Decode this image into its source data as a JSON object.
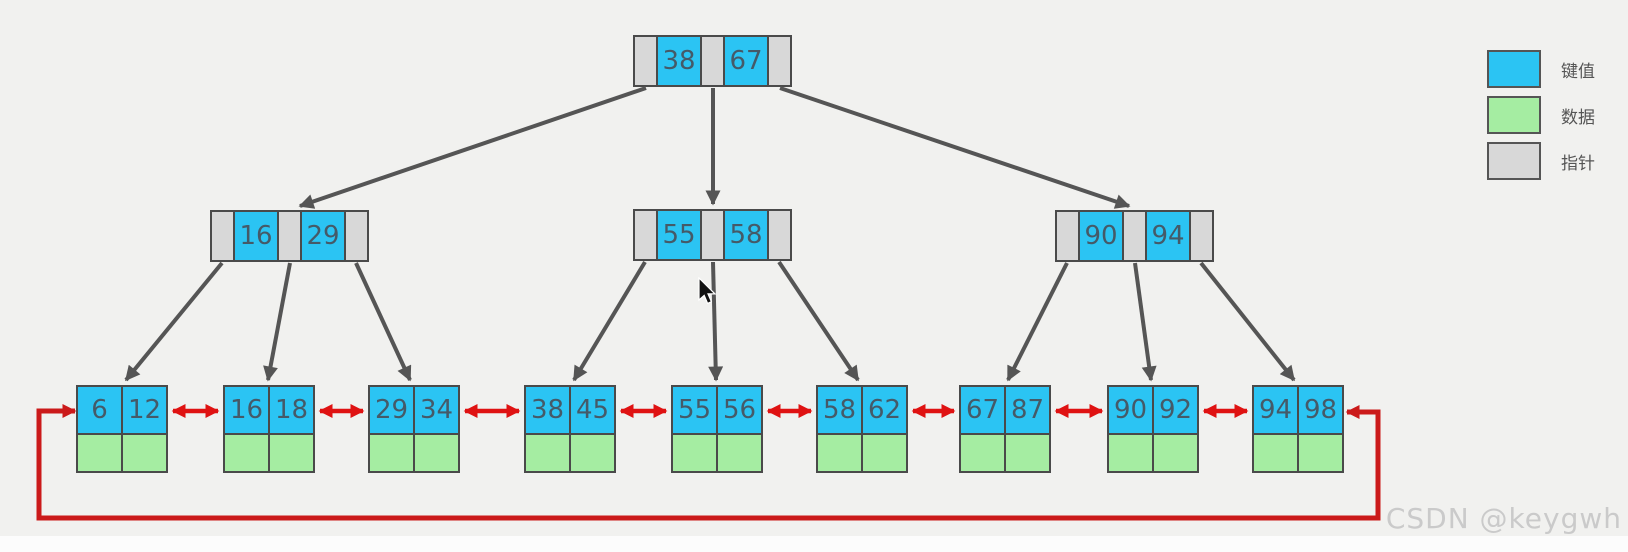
{
  "diagram_type": "b-plus-tree",
  "colors": {
    "key_cell": "#2bc4f3",
    "data_cell": "#a5eda2",
    "pointer_cell": "#d8d8d8",
    "cell_border": "#4a4a4a",
    "tree_arrow": "#555555",
    "leaf_link_arrow": "#df1212",
    "wraparound_line": "#cb1a1a",
    "number_text": "#455a68",
    "background": "#f1f1ef",
    "watermark_text": "#cacaca"
  },
  "tree": {
    "root": {
      "keys": [
        "38",
        "67"
      ]
    },
    "internal": [
      {
        "keys": [
          "16",
          "29"
        ]
      },
      {
        "keys": [
          "55",
          "58"
        ]
      },
      {
        "keys": [
          "90",
          "94"
        ]
      }
    ],
    "leaves": [
      {
        "keys": [
          "6",
          "12"
        ]
      },
      {
        "keys": [
          "16",
          "18"
        ]
      },
      {
        "keys": [
          "29",
          "34"
        ]
      },
      {
        "keys": [
          "38",
          "45"
        ]
      },
      {
        "keys": [
          "55",
          "56"
        ]
      },
      {
        "keys": [
          "58",
          "62"
        ]
      },
      {
        "keys": [
          "67",
          "87"
        ]
      },
      {
        "keys": [
          "90",
          "92"
        ]
      },
      {
        "keys": [
          "94",
          "98"
        ]
      }
    ]
  },
  "legend": {
    "items": [
      {
        "label": "键值",
        "swatch": "key"
      },
      {
        "label": "数据",
        "swatch": "data"
      },
      {
        "label": "指针",
        "swatch": "pointer"
      }
    ]
  },
  "watermark": {
    "text": "CSDN @keygwh"
  }
}
